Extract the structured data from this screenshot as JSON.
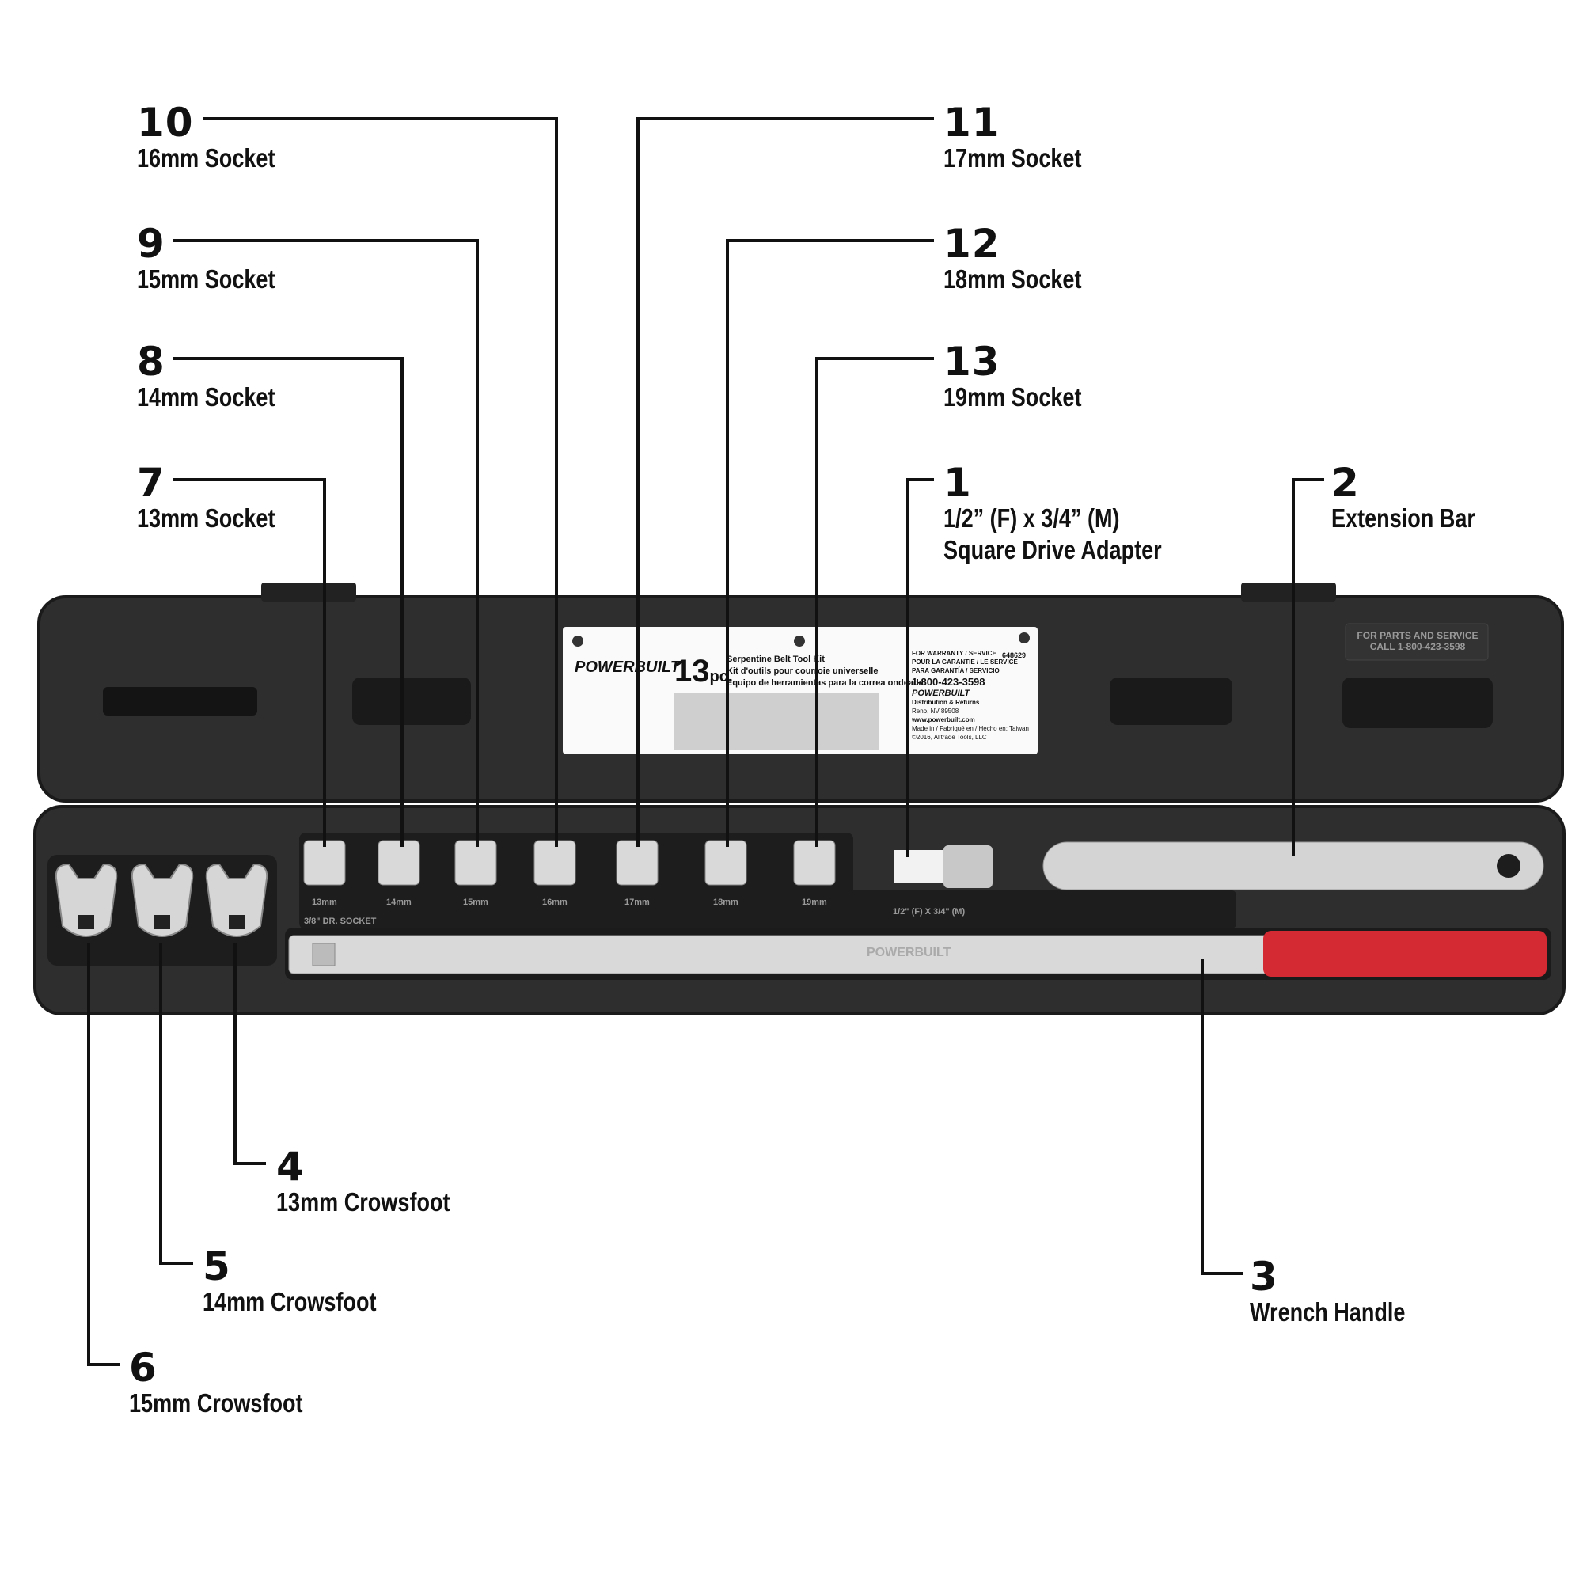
{
  "callouts": [
    {
      "number": "10",
      "label": [
        "16mm Socket"
      ]
    },
    {
      "number": "9",
      "label": [
        "15mm Socket"
      ]
    },
    {
      "number": "8",
      "label": [
        "14mm Socket"
      ]
    },
    {
      "number": "7",
      "label": [
        "13mm Socket"
      ]
    },
    {
      "number": "11",
      "label": [
        "17mm Socket"
      ]
    },
    {
      "number": "12",
      "label": [
        "18mm Socket"
      ]
    },
    {
      "number": "13",
      "label": [
        "19mm Socket"
      ]
    },
    {
      "number": "1",
      "label": [
        "1/2” (F) x 3/4” (M)",
        "Square Drive Adapter"
      ]
    },
    {
      "number": "2",
      "label": [
        "Extension Bar"
      ]
    },
    {
      "number": "3",
      "label": [
        "Wrench Handle"
      ]
    },
    {
      "number": "4",
      "label": [
        "13mm Crowsfoot"
      ]
    },
    {
      "number": "5",
      "label": [
        "14mm Crowsfoot"
      ]
    },
    {
      "number": "6",
      "label": [
        "15mm Crowsfoot"
      ]
    }
  ],
  "case": {
    "lid_stamp": [
      "FOR PARTS AND SERVICE",
      "CALL 1-800-423-3598"
    ],
    "plate": {
      "brand": "POWERBUILT",
      "count": "13",
      "count_unit": "pc.",
      "title_en": "Serpentine Belt Tool Kit",
      "title_fr": "Kit d'outils pour courroie universelle",
      "title_es": "Equipo de herramientas para la correa ondeada",
      "warranty": [
        "FOR WARRANTY / SERVICE",
        "POUR LA GARANTIE / LE SERVICE",
        "PARA GARANTÍA / SERVICIO"
      ],
      "part_no": "648629",
      "phone": "1-800-423-3598",
      "distribution": [
        "Distribution & Returns",
        "Reno, NV 89508",
        "www.powerbuilt.com",
        "Made in / Fabriqué en / Hecho en: Taiwan",
        "©2016, Alltrade Tools, LLC"
      ]
    },
    "socket_sizes": [
      "13mm",
      "14mm",
      "15mm",
      "16mm",
      "17mm",
      "18mm",
      "19mm"
    ],
    "socket_tray_label": "3/8\" DR. SOCKET",
    "adapter_label": "1/2\" (F) X 3/4\" (M)",
    "handle_brand": "POWERBUILT",
    "colors": {
      "case": "#2b2b2b",
      "tray": "#1c1c1c",
      "chrome": "#d9d9d9",
      "grip": "#d42a33"
    }
  }
}
